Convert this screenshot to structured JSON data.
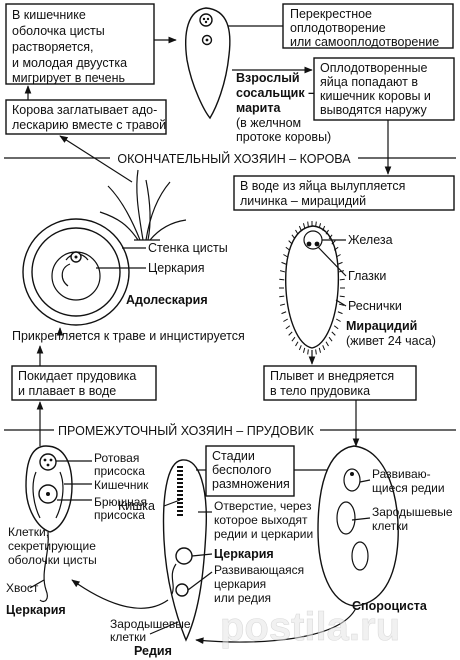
{
  "boxes": {
    "cyst_dissolves": [
      "В кишечнике",
      "оболочка цисты",
      "растворяется,",
      "и молодая двуустка",
      "мигрирует в печень"
    ],
    "cross_fert": [
      "Перекрестное",
      "оплодотворение",
      "или самооплодотворение"
    ],
    "fertilized_eggs": [
      "Оплодотворенные",
      "яйца попадают в",
      "кишечник коровы и",
      "выводятся наружу"
    ],
    "cow_swallows": [
      "Корова заглатывает адо-",
      "лескарию вместе с травой"
    ],
    "miracidium_hatch": [
      "В воде из яйца вылупляется",
      "личинка – мирацидий"
    ],
    "leaves_snail": [
      "Покидает прудовика",
      "и плавает в воде"
    ],
    "swims_into_snail": [
      "Плывет и внедряется",
      "в тело  прудовика"
    ],
    "asexual_stages": [
      "Стадии",
      "бесполого",
      "размножения"
    ]
  },
  "headers": {
    "final_host": "ОКОНЧАТЕЛЬНЫЙ ХОЗЯИН – КОРОВА",
    "intermediate_host": "ПРОМЕЖУТОЧНЫЙ ХОЗЯИН – ПРУДОВИК"
  },
  "labels": {
    "marita_title": [
      "Взрослый",
      "сосальщик –",
      "марита"
    ],
    "marita_note": [
      "(в желчном",
      "протоке коровы)"
    ],
    "cyst_wall": "Стенка цисты",
    "cercaria_in_cyst": "Церкария",
    "adolescaria": "Адолескария",
    "attaches_grass": "Прикрепляется к  траве и инцистируется",
    "gland": "Железа",
    "eyes": "Глазки",
    "cilia": "Реснички",
    "miracidium_title": "Мирацидий",
    "miracidium_note": "(живет 24 часа)",
    "oral_sucker": [
      "Ротовая",
      "присоска"
    ],
    "intestine": "Кишечник",
    "ventral_sucker": [
      "Брюшная",
      "присоска"
    ],
    "cyst_cells": [
      "Клетки,",
      "секретирующие",
      "оболочки цисты"
    ],
    "tail": "Хвост",
    "cercaria_title": "Церкария",
    "gut": "Кишка",
    "opening": [
      "Отверстие, через",
      "которое выходят",
      "редии и церкарии"
    ],
    "cercaria_inner": "Церкария",
    "developing": [
      "Развивающаяся",
      "церкария",
      "или редия"
    ],
    "germ_cells_redia": [
      "Зародышевые",
      "клетки"
    ],
    "redia_title": "Редия",
    "developing_rediae": [
      "Развиваю-",
      "щиеся редии"
    ],
    "germ_cells_sporo": [
      "Зародышевые",
      "клетки"
    ],
    "sporocyst_title": "Спороциста"
  },
  "watermark": "postila.ru"
}
